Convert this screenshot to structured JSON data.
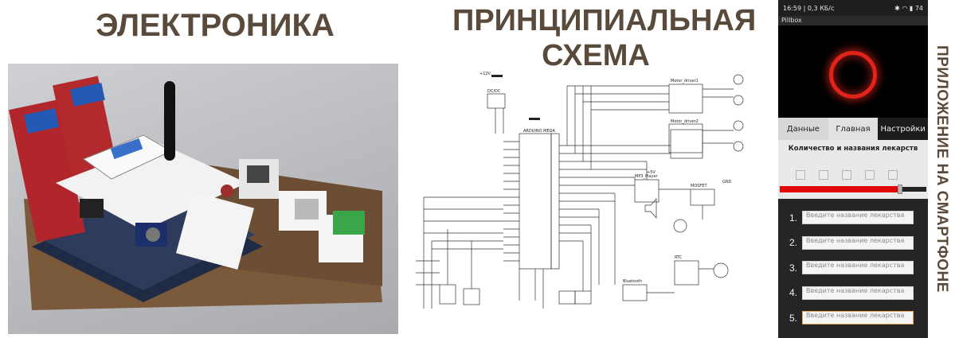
{
  "headings": {
    "electronics": "ЭЛЕКТРОНИКА",
    "scheme_line1": "ПРИНЦИПИАЛЬНАЯ",
    "scheme_line2": "СХЕМА",
    "app_side": "ПРИЛОЖЕНИЕ НА СМАРТФОНЕ"
  },
  "phone": {
    "status_time": "16:59 | 0,3 КБ/с",
    "status_battery": "74",
    "app_name": "Pillbox",
    "tabs": [
      {
        "label": "Данные"
      },
      {
        "label": "Главная"
      },
      {
        "label": "Настройки"
      }
    ],
    "panel_title": "Количество и названия лекарств",
    "slider_level": 0.82,
    "fields": [
      {
        "number": "1.",
        "placeholder": "Введите название лекарства"
      },
      {
        "number": "2.",
        "placeholder": "Введите название лекарства"
      },
      {
        "number": "3.",
        "placeholder": "Введите название лекарства"
      },
      {
        "number": "4.",
        "placeholder": "Введите название лекарства"
      },
      {
        "number": "5.",
        "placeholder": "Введите название лекарства"
      }
    ]
  },
  "schematic": {
    "labels": {
      "dcdc": "DC/DC",
      "arduino": "ARDUINO MEGA",
      "motor1": "Motor_driver1",
      "motor2": "Motor_driver2",
      "mp3": "MP3_Player",
      "mosfet": "MOSFET",
      "bluetooth": "Bluetooth",
      "rtc": "RTC",
      "v12": "+12V",
      "v5": "+5V",
      "gnd": "GND"
    }
  },
  "colors": {
    "heading": "#5a4a3b",
    "ring": "#e2231a",
    "slider": "#e2080a"
  }
}
